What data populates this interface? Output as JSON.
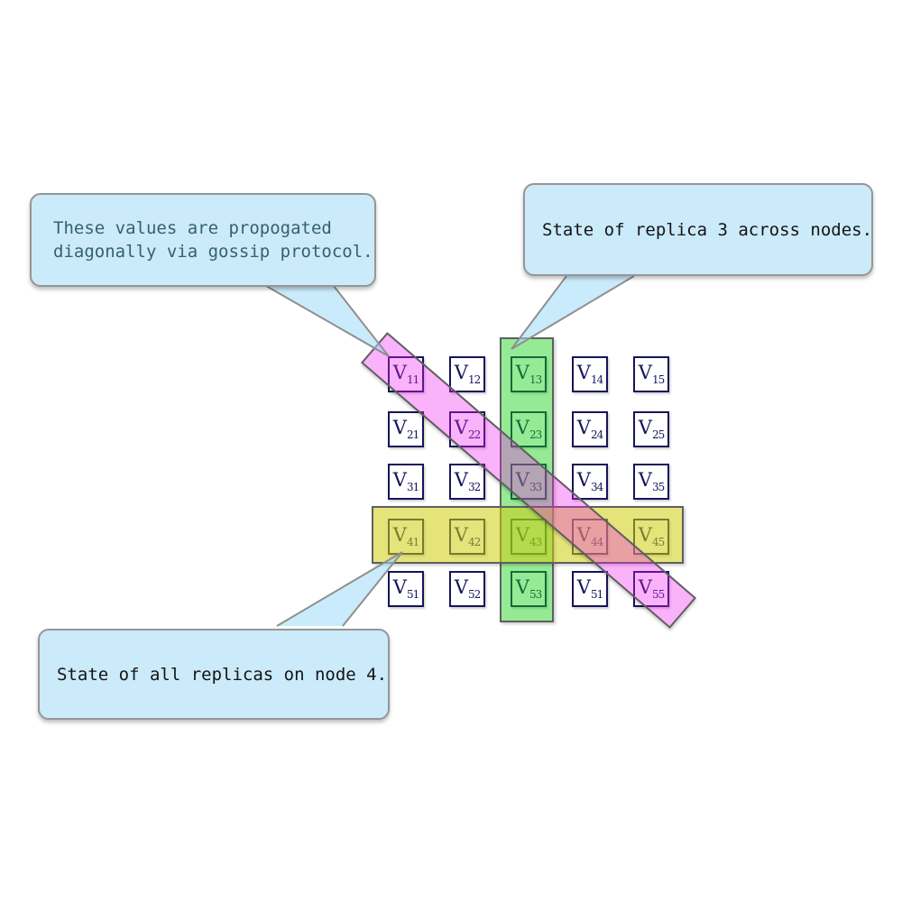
{
  "matrix": {
    "cells": [
      {
        "v": "V",
        "sub": "11"
      },
      {
        "v": "V",
        "sub": "12"
      },
      {
        "v": "V",
        "sub": "13"
      },
      {
        "v": "V",
        "sub": "14"
      },
      {
        "v": "V",
        "sub": "15"
      },
      {
        "v": "V",
        "sub": "21"
      },
      {
        "v": "V",
        "sub": "22"
      },
      {
        "v": "V",
        "sub": "23"
      },
      {
        "v": "V",
        "sub": "24"
      },
      {
        "v": "V",
        "sub": "25"
      },
      {
        "v": "V",
        "sub": "31"
      },
      {
        "v": "V",
        "sub": "32"
      },
      {
        "v": "V",
        "sub": "33"
      },
      {
        "v": "V",
        "sub": "34"
      },
      {
        "v": "V",
        "sub": "35"
      },
      {
        "v": "V",
        "sub": "41"
      },
      {
        "v": "V",
        "sub": "42"
      },
      {
        "v": "V",
        "sub": "43"
      },
      {
        "v": "V",
        "sub": "44"
      },
      {
        "v": "V",
        "sub": "45"
      },
      {
        "v": "V",
        "sub": "51"
      },
      {
        "v": "V",
        "sub": "52"
      },
      {
        "v": "V",
        "sub": "53"
      },
      {
        "v": "V",
        "sub": "51"
      },
      {
        "v": "V",
        "sub": "55"
      }
    ]
  },
  "callouts": {
    "gossip": {
      "line1": "These values are propogated",
      "line2": "diagonally via gossip protocol.",
      "text_color": "#35616f"
    },
    "replica": {
      "text": "State of replica 3 across nodes.",
      "text_color": "#141414"
    },
    "node4": {
      "text": "State of all replicas on node 4.",
      "text_color": "#141414"
    }
  },
  "colors": {
    "callout_fill": "#cbeafa",
    "callout_border": "#969696",
    "tail_fill": "rgba(158,219,247,0.55)",
    "tail_stroke": "#8f8f8f",
    "diagonal_highlight": "rgba(240,30,240,0.34)",
    "column_highlight": "rgba(20,210,20,0.45)",
    "row_highlight": "rgba(205,205,15,0.55)",
    "band_border": "#5f5f5f",
    "box_border": "#15155a",
    "label_color": "#15155a"
  }
}
